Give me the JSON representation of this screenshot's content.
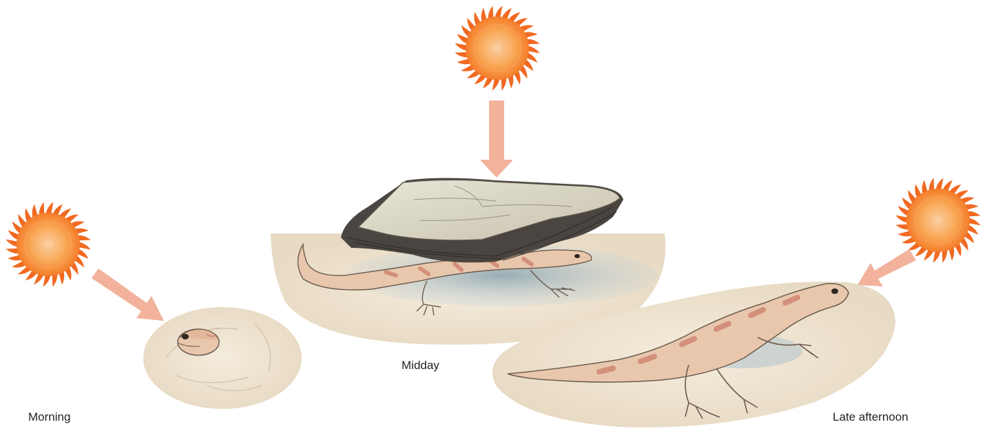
{
  "captions": {
    "morning": "Morning",
    "midday": "Midday",
    "late_afternoon": "Late afternoon"
  },
  "colors": {
    "sun_core": "#f79a3e",
    "sun_rays": "#f16a22",
    "arrow": "#f2b29c",
    "sand": "#efe4d2",
    "lizard_skin": "#e8c7ad",
    "lizard_pattern": "#d4907a",
    "rock": "#d9d6c4",
    "rock_dark": "#4a4540",
    "shadow": "#9fb3bc"
  },
  "icons": {
    "sun": "sun-icon",
    "arrow": "arrow-icon",
    "lizard": "lizard-icon",
    "rock": "rock-icon"
  }
}
